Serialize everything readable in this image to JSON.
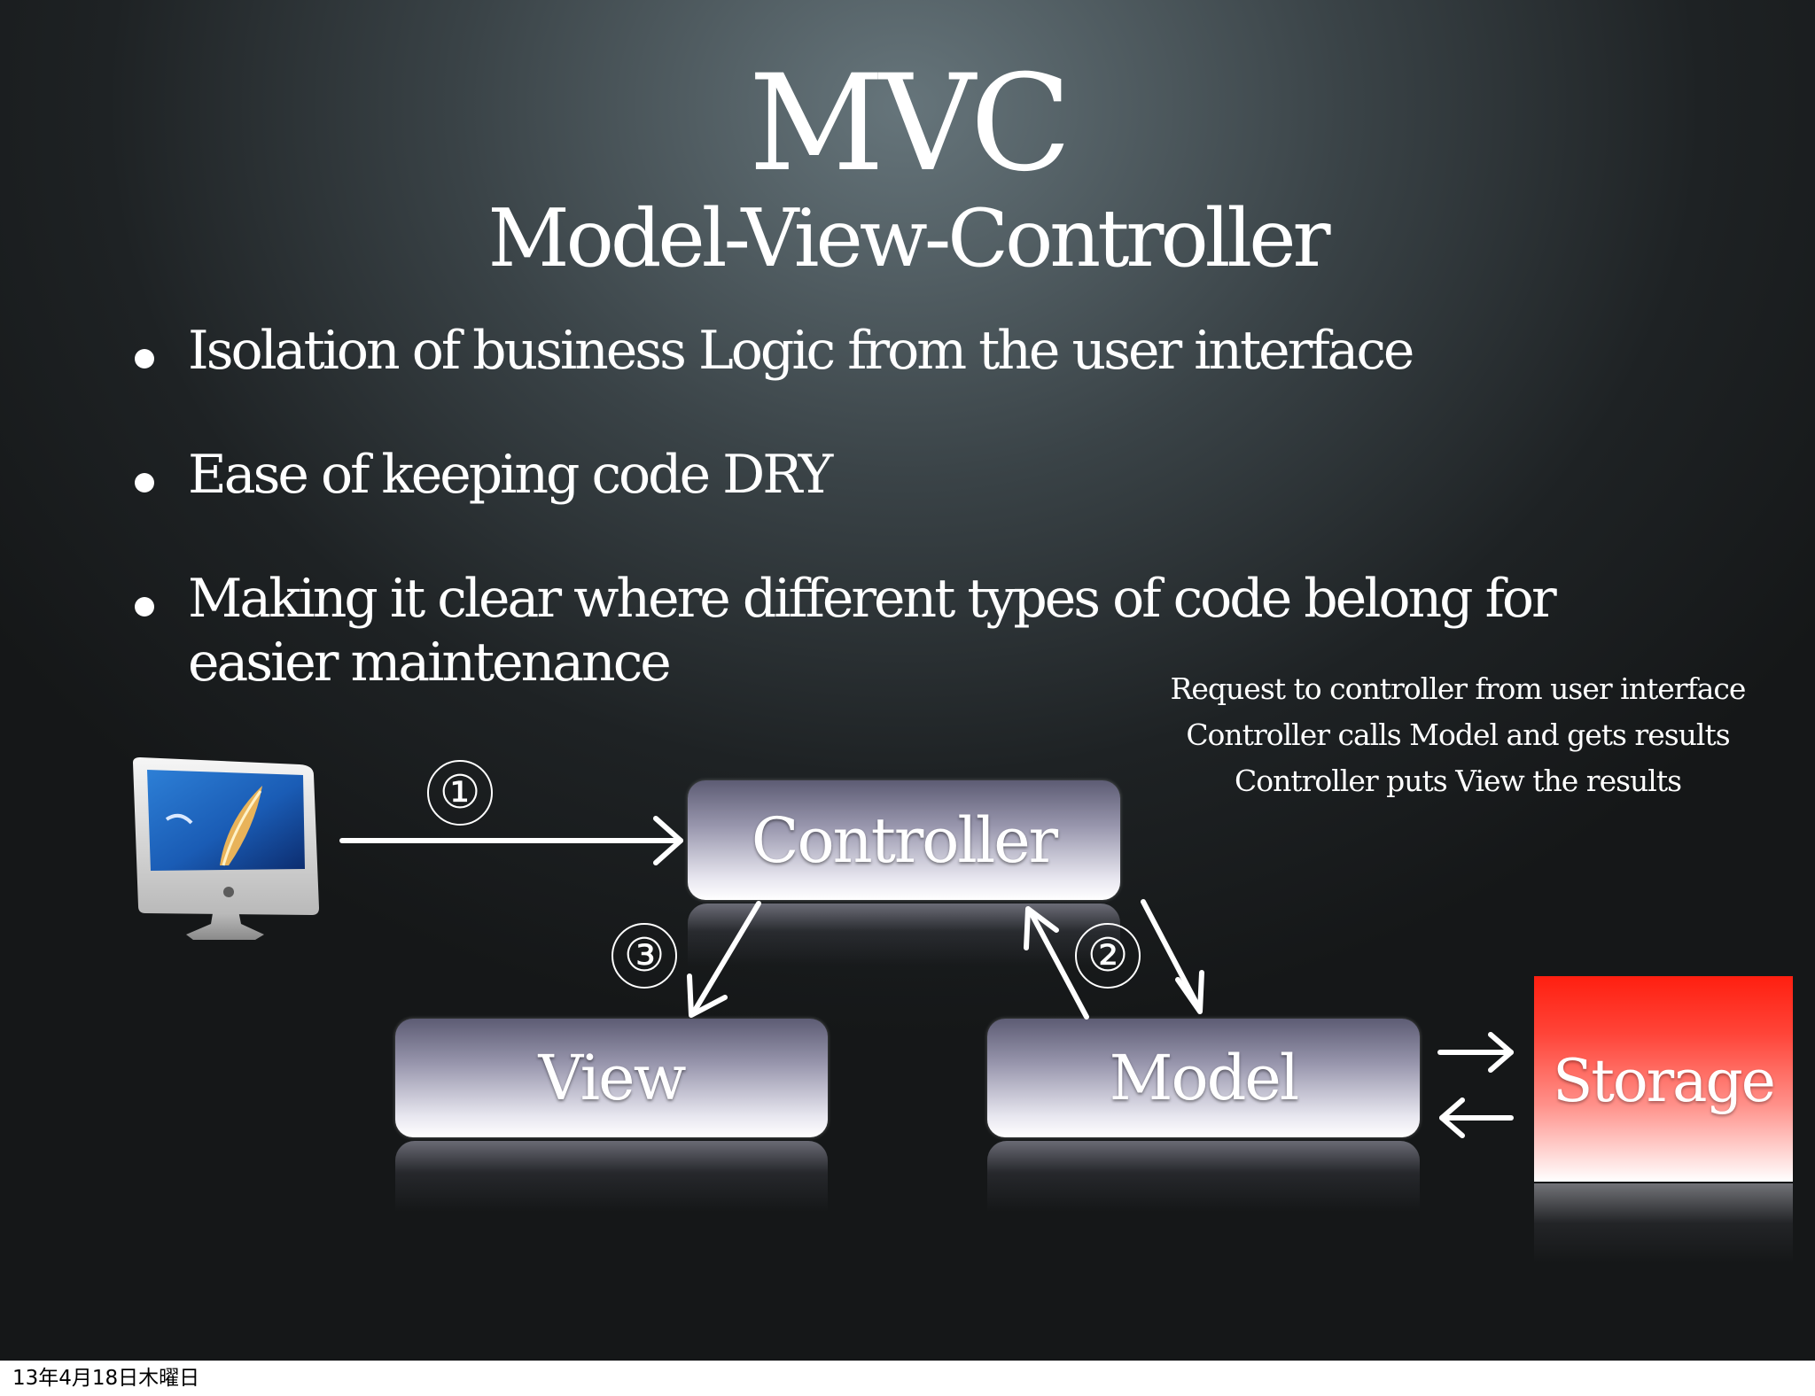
{
  "slide": {
    "title": "MVC",
    "subtitle": "Model-View-Controller",
    "bullets": [
      {
        "text": "Isolation of business Logic from the user interface"
      },
      {
        "text": "Ease of keeping code DRY"
      },
      {
        "text": "Making it clear where different types of code belong for"
      },
      {
        "text": "easier maintenance"
      }
    ]
  },
  "steps": [
    "Request to controller from user interface",
    "Controller calls Model and gets results",
    "Controller puts View the results"
  ],
  "diagram": {
    "controller": "Controller",
    "view": "View",
    "model": "Model",
    "storage": "Storage",
    "step_numbers": [
      "①",
      "②",
      "③"
    ]
  },
  "footer": {
    "date": "13年4月18日木曜日"
  },
  "colors": {
    "storage_red": "#ff1f10",
    "box_gradient_top": "#5d5c74",
    "text": "#ffffff"
  },
  "icons": {
    "computer": "imac-computer-icon"
  }
}
